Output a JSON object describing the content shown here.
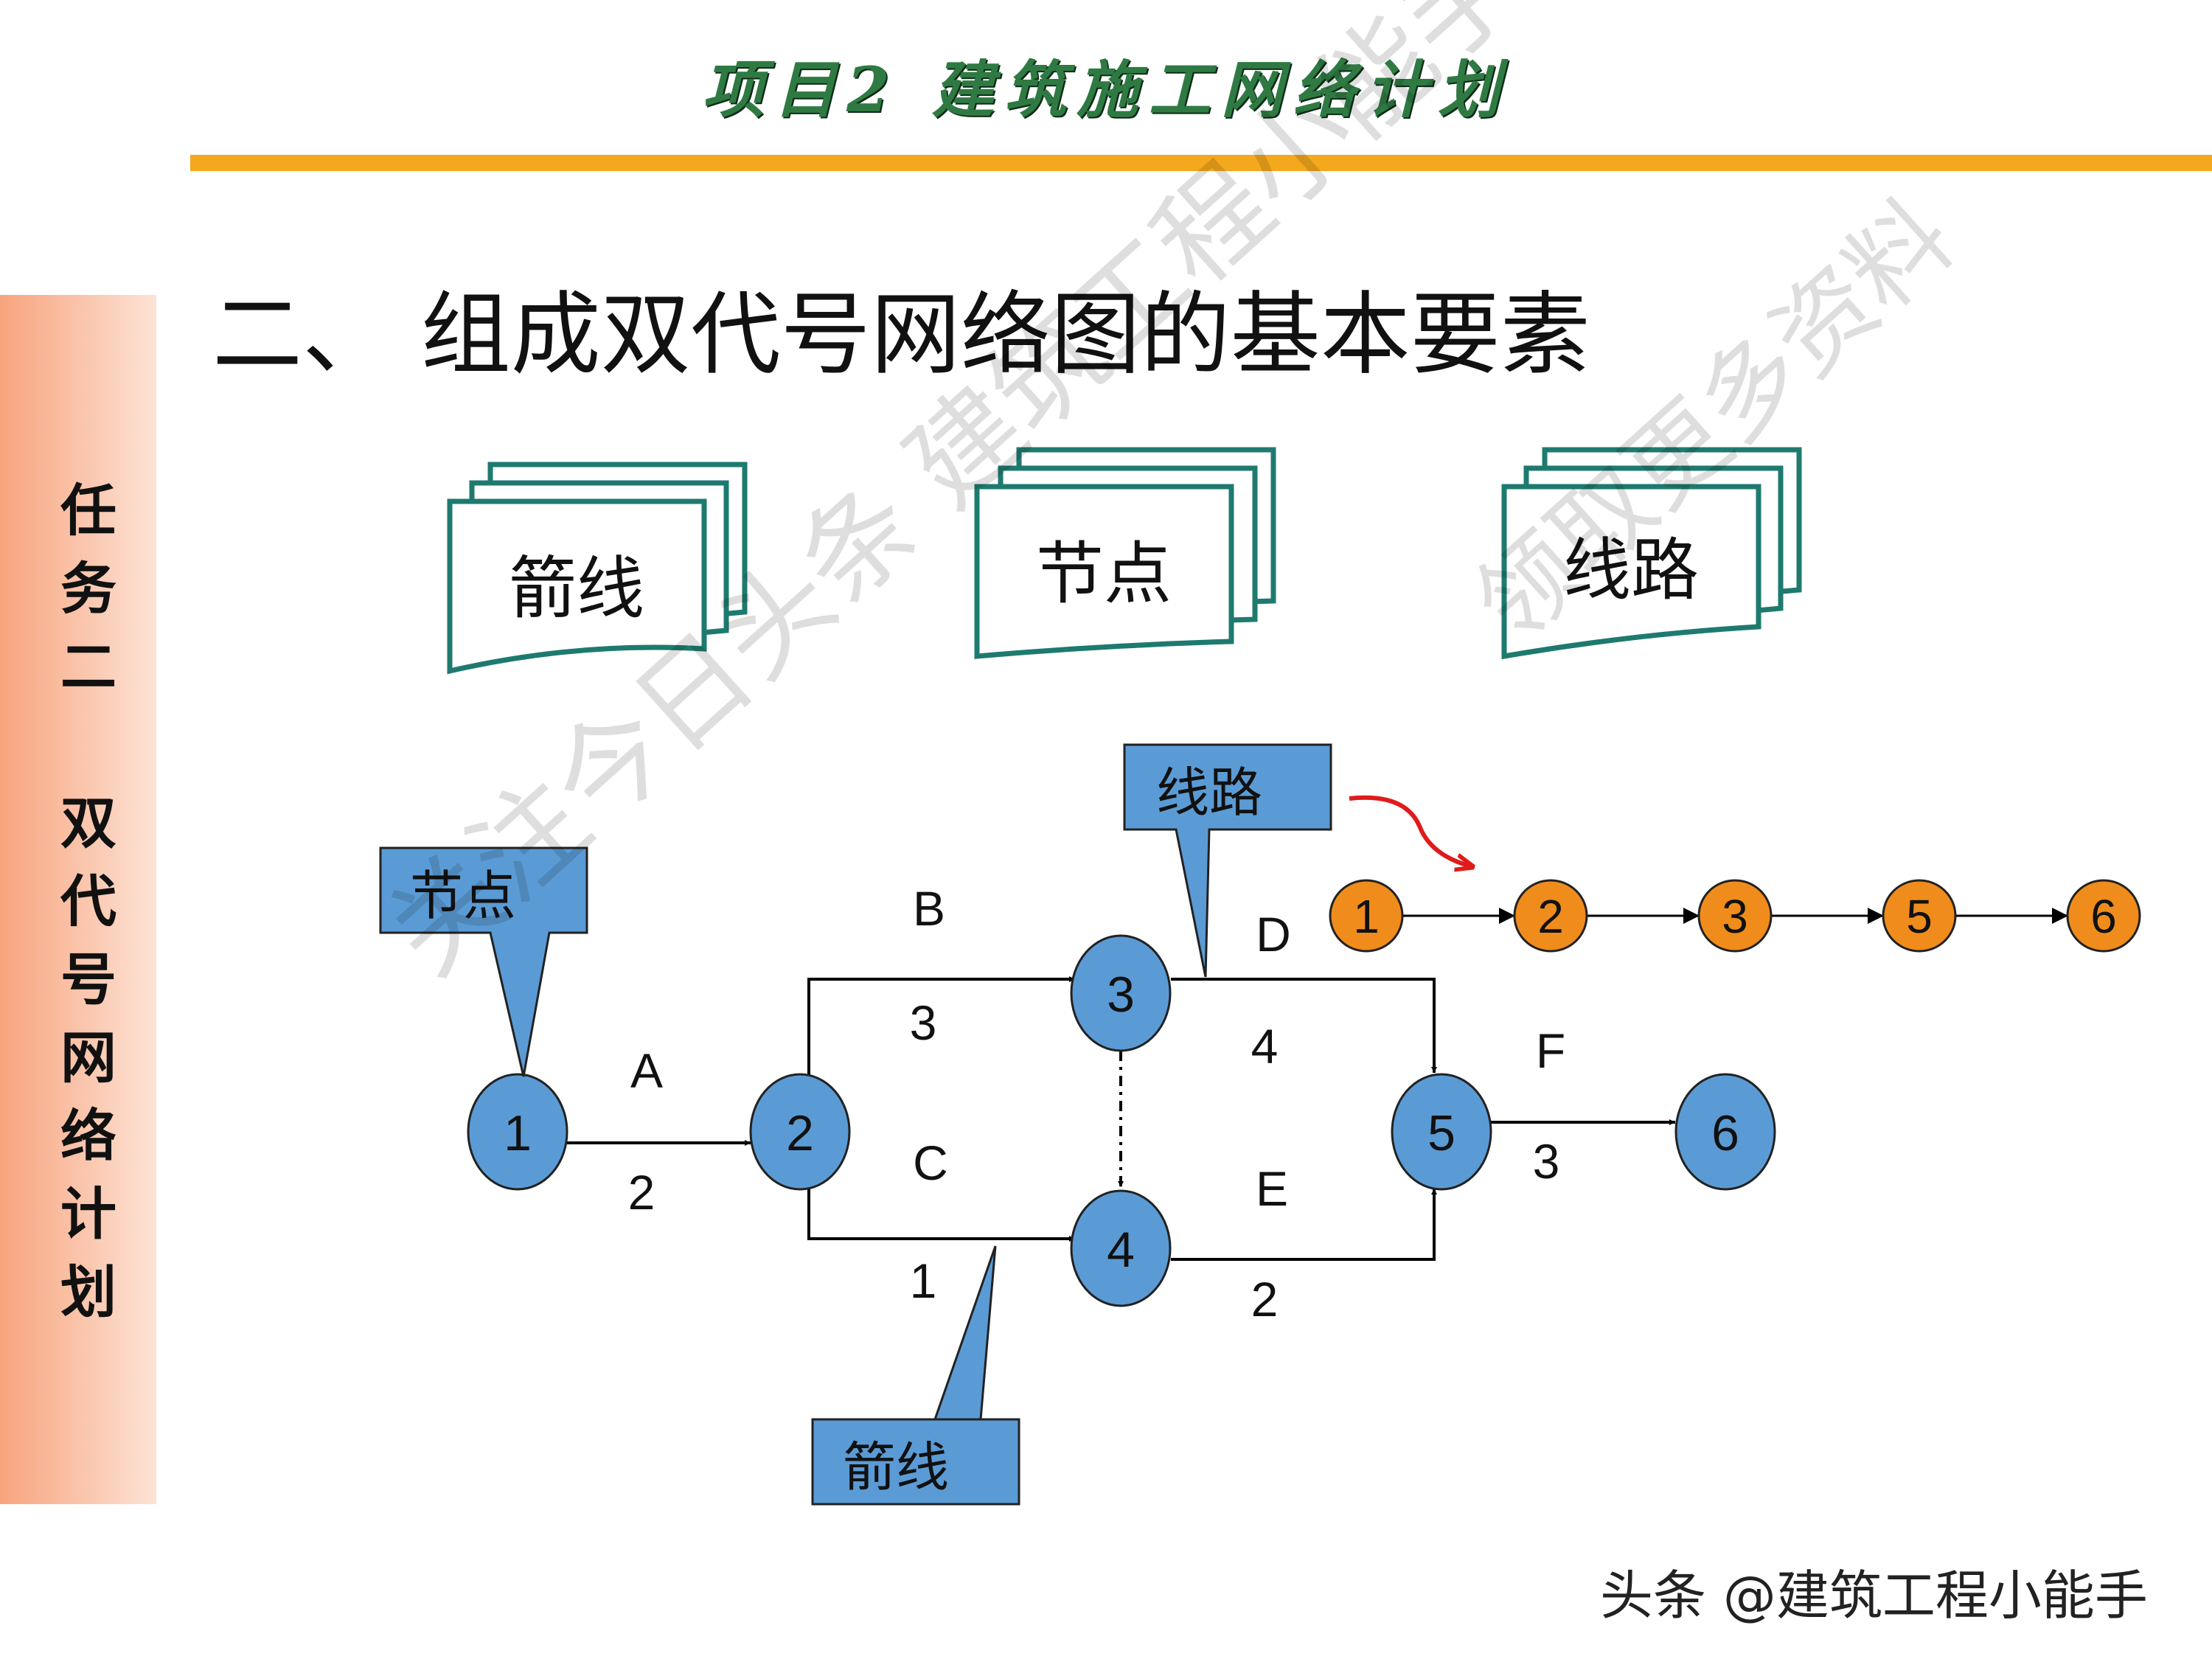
{
  "header": {
    "title": "项目2  建筑施工网络计划"
  },
  "sidebar": {
    "text": "任务二 双代号网络计划"
  },
  "heading": "二、 组成双代号网络图的基本要素",
  "elements": [
    {
      "id": "arrow",
      "label": "箭线"
    },
    {
      "id": "node",
      "label": "节点"
    },
    {
      "id": "path",
      "label": "线路"
    }
  ],
  "callouts": {
    "node": "节点",
    "path": "线路",
    "arrow": "箭线"
  },
  "network": {
    "nodes": [
      "1",
      "2",
      "3",
      "4",
      "5",
      "6"
    ],
    "activities": [
      {
        "name": "A",
        "from": "1",
        "to": "2",
        "duration": "2"
      },
      {
        "name": "B",
        "from": "2",
        "to": "3",
        "duration": "3"
      },
      {
        "name": "C",
        "from": "2",
        "to": "4",
        "duration": "1"
      },
      {
        "name": "",
        "from": "3",
        "to": "4",
        "duration": "",
        "dummy": true
      },
      {
        "name": "D",
        "from": "3",
        "to": "5",
        "duration": "4"
      },
      {
        "name": "E",
        "from": "4",
        "to": "5",
        "duration": "2"
      },
      {
        "name": "F",
        "from": "5",
        "to": "6",
        "duration": "3"
      }
    ],
    "highlighted_path": [
      "1",
      "2",
      "3",
      "5",
      "6"
    ]
  },
  "watermarks": {
    "line1": "关注今日头条 建筑工程小能手",
    "line2": "领取更多资料"
  },
  "footer": {
    "text": "头条 @建筑工程小能手"
  },
  "colors": {
    "header_text": "#2f7a43",
    "header_rule": "#f4a81d",
    "node_fill": "#5b9bd5",
    "callout_fill": "#5b9bd5",
    "path_node_fill": "#f08c1b",
    "doc_border": "#1e7a6e",
    "curved_arrow": "#e01b1b"
  }
}
